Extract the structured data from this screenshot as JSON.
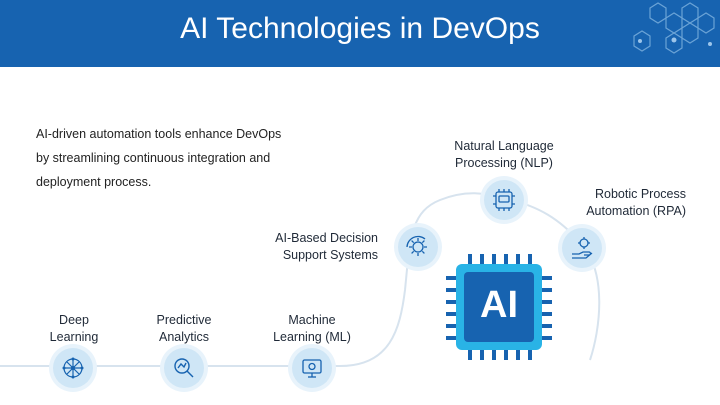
{
  "header": {
    "title": "AI Technologies in DevOps"
  },
  "intro": {
    "text": "AI-driven automation tools enhance DevOps by streamlining continuous integration and deployment process."
  },
  "nodes": [
    {
      "label_line1": "Deep",
      "label_line2": "Learning",
      "icon": "neural-network-icon"
    },
    {
      "label_line1": "Predictive",
      "label_line2": "Analytics",
      "icon": "analytics-magnifier-icon"
    },
    {
      "label_line1": "Machine",
      "label_line2": "Learning (ML)",
      "icon": "computer-gear-icon"
    },
    {
      "label_line1": "AI-Based Decision",
      "label_line2": "Support Systems",
      "icon": "gear-cycle-icon"
    },
    {
      "label_line1": "Natural Language",
      "label_line2": "Processing (NLP)",
      "icon": "chip-chat-icon"
    },
    {
      "label_line1": "Robotic Process",
      "label_line2": "Automation (RPA)",
      "icon": "robot-hand-icon"
    }
  ],
  "chip": {
    "text": "AI",
    "icon": "ai-chip-icon"
  },
  "colors": {
    "header": "#1763b0",
    "node_fill": "#cfe6f6",
    "chip_blue": "#1763b0",
    "chip_accent": "#29b3e6"
  }
}
